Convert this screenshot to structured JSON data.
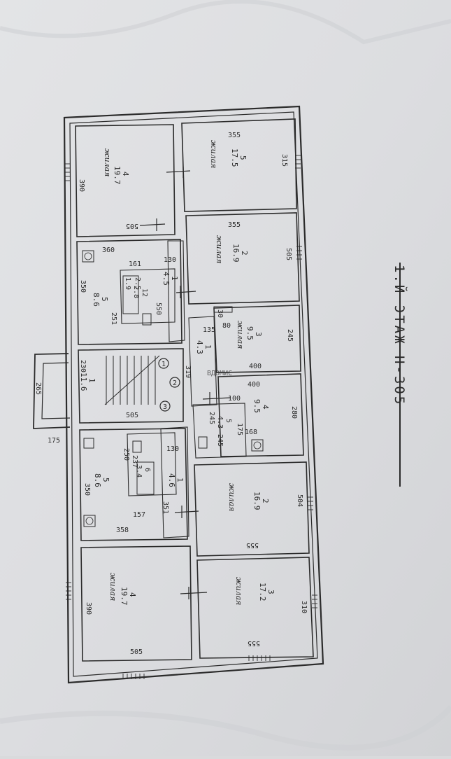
{
  "title": "1.Й ЭТАЖ Н-305",
  "watermark": "ВДОМИС",
  "rooms_text": {
    "living_word": "жилая",
    "r_top_left": {
      "num": "4",
      "area": "19.7",
      "dim_a": "390",
      "dim_b": "505"
    },
    "r_top_c1": {
      "num": "5",
      "area": "17.5",
      "dim_a": "355",
      "dim_b": "315"
    },
    "r_top_c2": {
      "num": "2",
      "area": "16.9",
      "dim_a": "355",
      "dim_b": "505"
    },
    "r_top_c3": {
      "num": "3",
      "area": "9.5",
      "dim_a": "30",
      "dim_b": "245",
      "dim_c": "80",
      "dim_d": "400"
    },
    "r_top_c4": {
      "num": "4",
      "area": "9.5",
      "dim_a": "400",
      "dim_b": "280",
      "dim_c": "100"
    },
    "r_mid_c1": {
      "num": "2",
      "area": "16.9",
      "dim_a": "555",
      "dim_b": "504"
    },
    "r_mid_c2": {
      "num": "3",
      "area": "17.2",
      "dim_a": "555",
      "dim_b": "310"
    },
    "r_bot_left": {
      "num": "4",
      "area": "19.7",
      "dim_a": "390",
      "dim_b": "505"
    },
    "kitchen_top": {
      "num": "5",
      "area": "8.6",
      "dim_a": "360",
      "dim_b": "350",
      "dim_c": "251",
      "dim_d": "550",
      "dim_e": "161"
    },
    "bath_top": {
      "num": "12",
      "area": "2.8",
      "dim_a": "1.9",
      "dim_b": "2.5"
    },
    "hall_top": {
      "num": "1",
      "area": "4.5",
      "dim_a": "130"
    },
    "hall_mid": {
      "num": "1",
      "area": "4.3",
      "dim_a": "135",
      "dim_b": "319"
    },
    "stair": {
      "num": "1",
      "area": "11.6",
      "dim_a": "230",
      "dim_b": "505",
      "dim_c": "265",
      "dim_d": "175"
    },
    "circles": [
      "1",
      "2",
      "3"
    ],
    "bath_mid": {
      "num": "5",
      "area": "4.3",
      "dim_a": "245",
      "dim_b": "175",
      "dim_c": "245",
      "dim_d": "168"
    },
    "kitchen_bot": {
      "num": "5",
      "area": "8.6",
      "dim_a": "250",
      "dim_b": "350",
      "dim_c": "358",
      "dim_d": "157"
    },
    "bath_bot": {
      "num": "6",
      "area": "3.4",
      "dim_a": "237"
    },
    "hall_bot": {
      "num": "1",
      "area": "4.6",
      "dim_a": "130",
      "dim_b": "351"
    }
  }
}
